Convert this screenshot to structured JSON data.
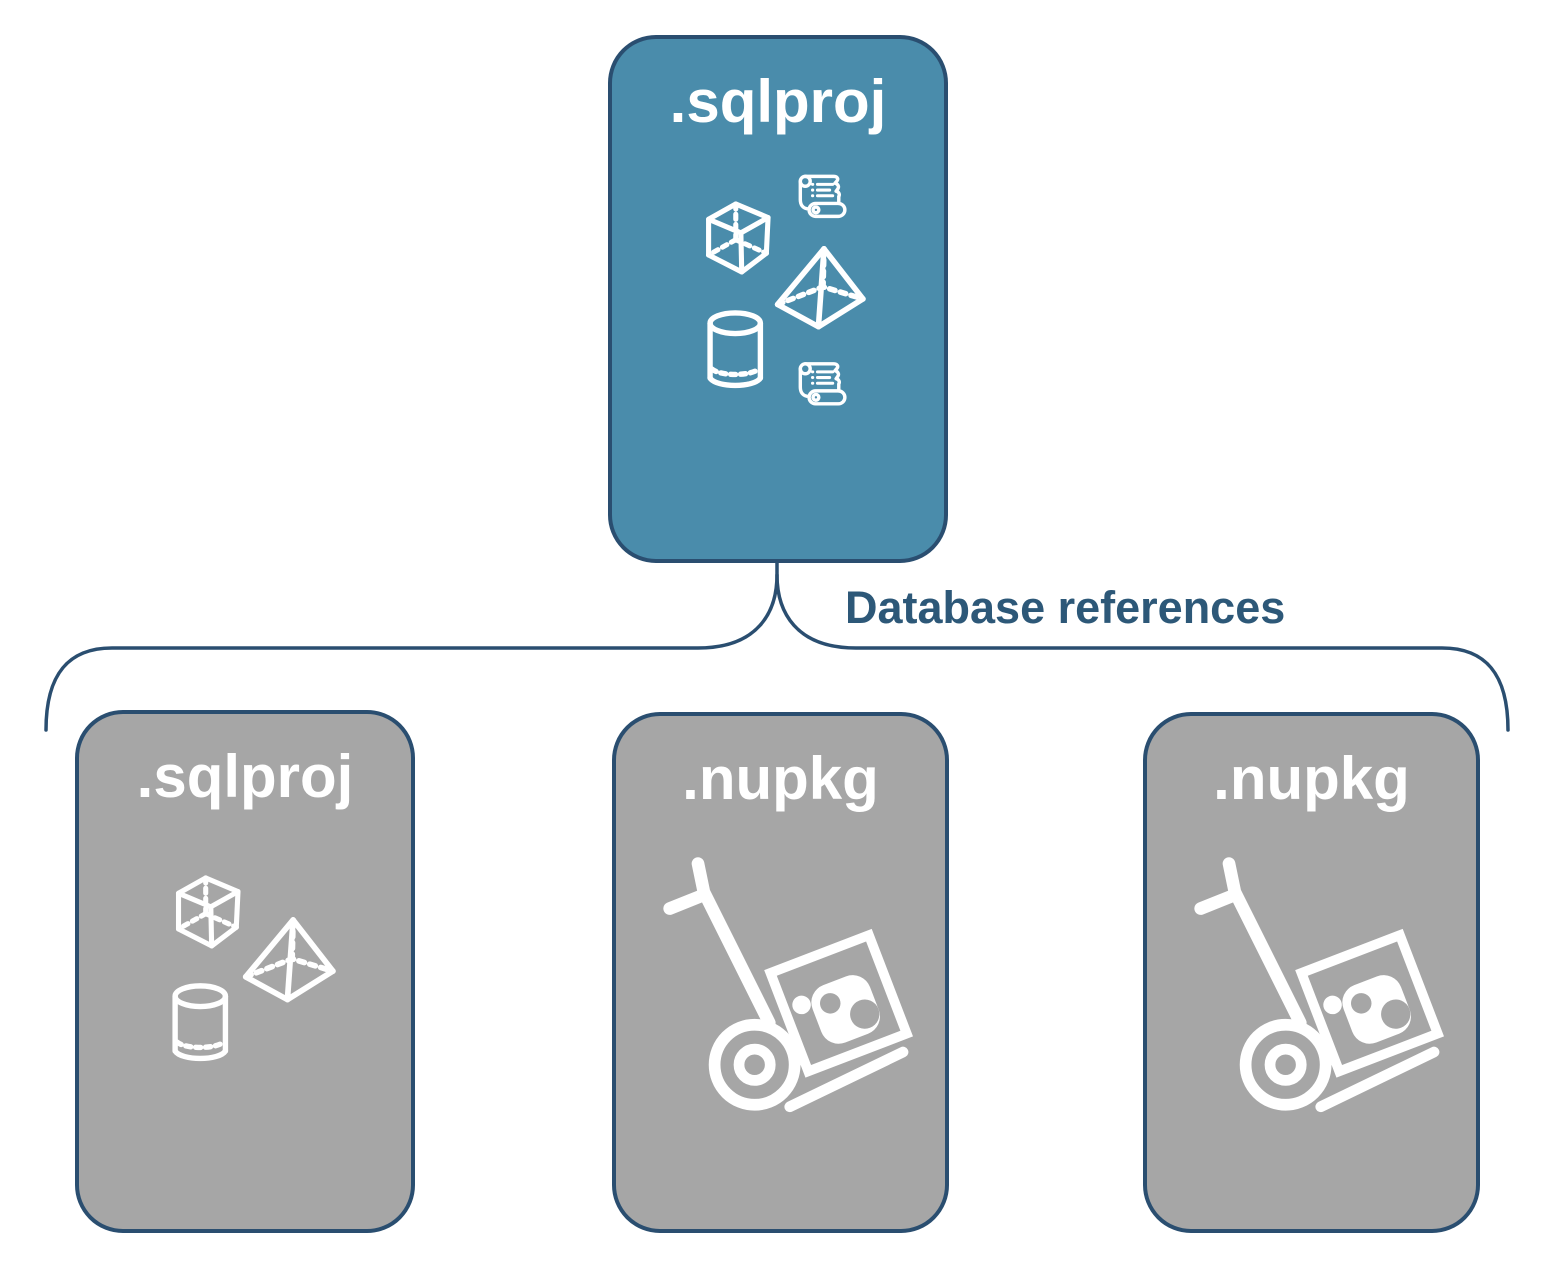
{
  "diagram": {
    "root_card": {
      "label": ".sqlproj",
      "icons": [
        "cube-icon",
        "scroll-icon",
        "pyramid-icon",
        "cylinder-icon",
        "scroll-icon"
      ]
    },
    "connector": {
      "label": "Database references",
      "shape": "curly-brace-down"
    },
    "child_cards": [
      {
        "label": ".sqlproj",
        "icons": [
          "cube-icon",
          "pyramid-icon",
          "cylinder-icon"
        ]
      },
      {
        "label": ".nupkg",
        "icons": [
          "package-dolly-icon"
        ]
      },
      {
        "label": ".nupkg",
        "icons": [
          "package-dolly-icon"
        ]
      }
    ],
    "colors": {
      "root_fill": "#4A8CAB",
      "child_fill": "#A6A6A6",
      "outline": "#2A4E70",
      "label_text": "#2D5878",
      "icon_stroke": "#FFFFFF"
    }
  }
}
